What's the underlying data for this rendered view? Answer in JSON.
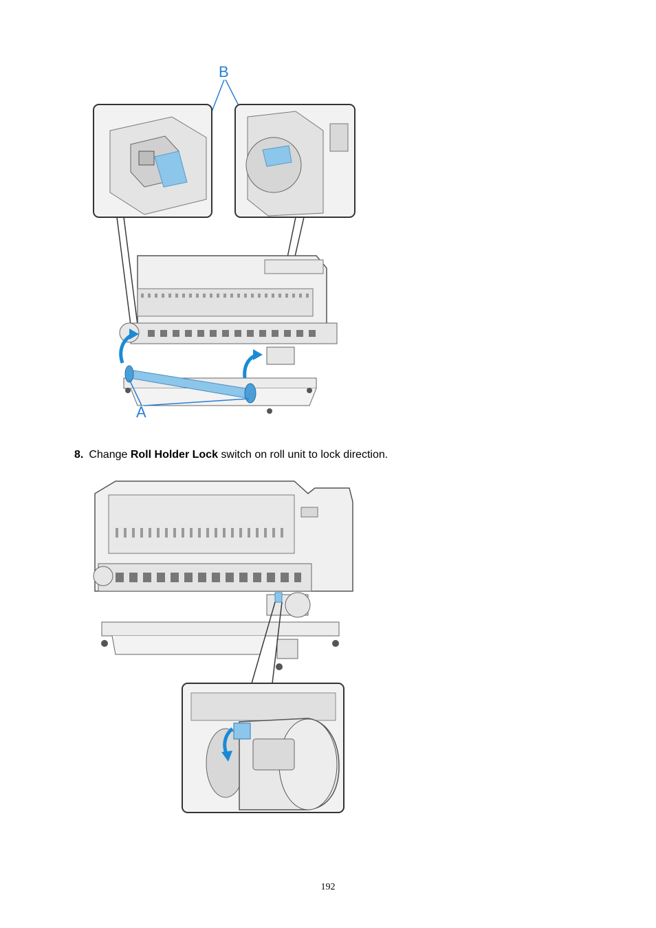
{
  "figure1": {
    "callout_a": "A",
    "callout_b": "B"
  },
  "step": {
    "number": "8.",
    "text_before": "Change ",
    "bold_term": "Roll Holder Lock",
    "text_after": " switch on roll unit to lock direction."
  },
  "page_number": "192",
  "colors": {
    "highlight_blue": "#8cc6ea",
    "arrow_blue": "#1a8ad6",
    "line_gray": "#3a3a3a",
    "callout_blue": "#2a7fd4"
  }
}
